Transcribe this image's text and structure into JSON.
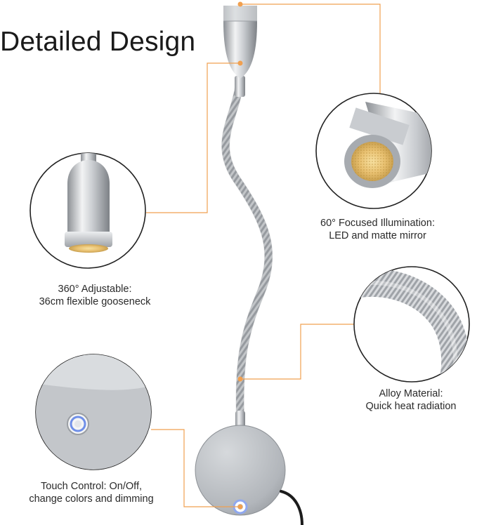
{
  "title": "Detailed Design",
  "callouts": {
    "head_adjust": {
      "line1": "360° Adjustable:",
      "line2": "36cm flexible gooseneck"
    },
    "focused": {
      "line1": "60° Focused Illumination:",
      "line2": "LED and matte mirror"
    },
    "alloy": {
      "line1": "Alloy Material:",
      "line2": "Quick heat radiation"
    },
    "touch": {
      "line1": "Touch Control: On/Off,",
      "line2": "change colors and dimming"
    }
  },
  "colors": {
    "accent": "#f0a050",
    "circle_border": "#222222",
    "metal_light": "#e6e8ea",
    "metal_dark": "#8a8e93",
    "led_warm": "#e8c070",
    "button_ring": "#6f8fe8"
  }
}
